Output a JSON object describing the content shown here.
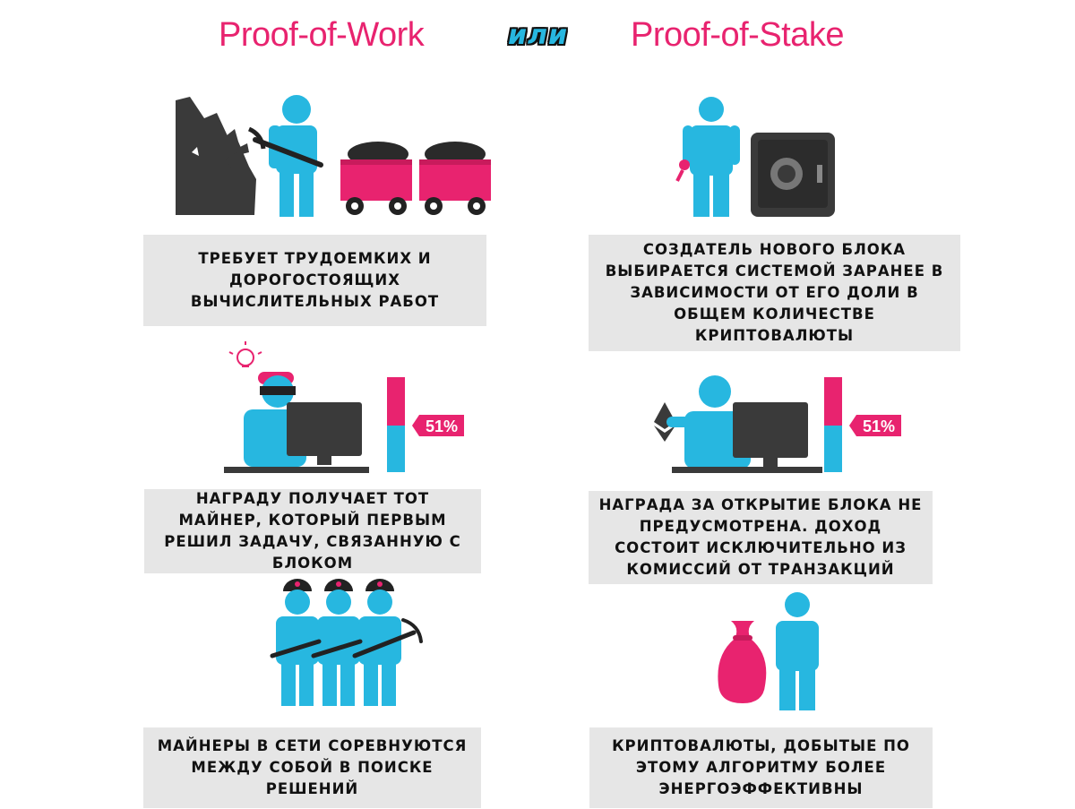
{
  "header": {
    "left_title": "Proof-of-Work",
    "middle_word": "или",
    "right_title": "Proof-of-Stake"
  },
  "pow": {
    "caption_1": "требует трудоемких и дорогостоящих вычислительных работ",
    "caption_2": "награду получает тот майнер, который первым решил задачу, связанную с блоком",
    "caption_3": "майнеры в сети соревнуются между собой в поиске решений",
    "share_label": "51%"
  },
  "pos": {
    "caption_1": "создатель нового блока выбирается системой заранее в зависимости от его доли в общем количестве криптовалюты",
    "caption_2": "награда за открытие блока не предусмотрена. доход состоит исключительно из комиссий от транзакций",
    "caption_3": "криптовалюты, добытые по этому алгоритму более энергоэффективны",
    "share_label": "51%"
  },
  "colors": {
    "accent_pink": "#e8236f",
    "figure_blue": "#27b7e0",
    "dark_gray": "#3a3a3a",
    "caption_bg": "#e6e6e6"
  }
}
